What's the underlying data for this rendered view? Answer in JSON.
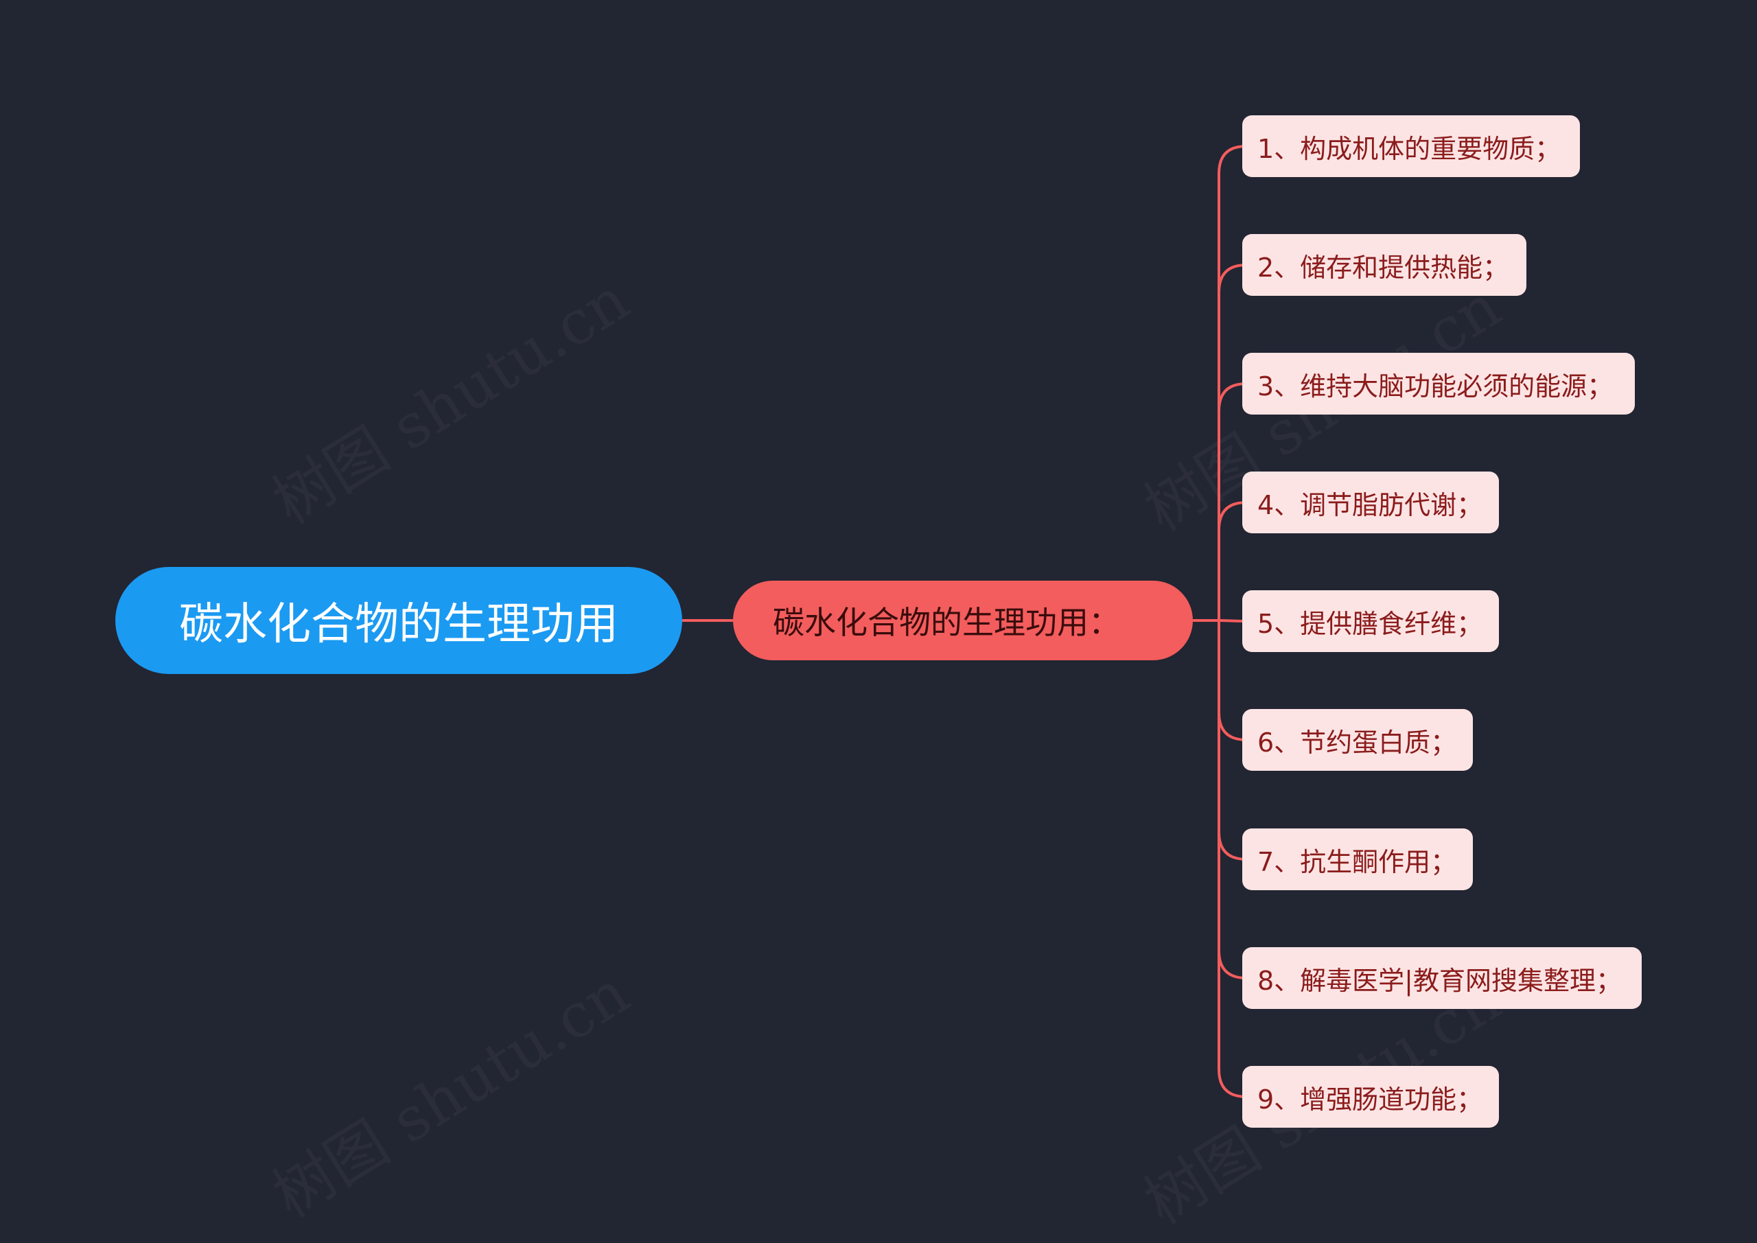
{
  "diagram": {
    "type": "mind-map",
    "root": {
      "label": "碳水化合物的生理功用"
    },
    "branch": {
      "label": "碳水化合物的生理功用："
    },
    "leaves": [
      {
        "label": "1、构成机体的重要物质；"
      },
      {
        "label": "2、储存和提供热能；"
      },
      {
        "label": "3、维持大脑功能必须的能源；"
      },
      {
        "label": "4、调节脂肪代谢；"
      },
      {
        "label": "5、提供膳食纤维；"
      },
      {
        "label": "6、节约蛋白质；"
      },
      {
        "label": "7、抗生酮作用；"
      },
      {
        "label": "8、解毒医学|教育网搜集整理；"
      },
      {
        "label": "9、增强肠道功能；"
      }
    ],
    "watermark": "树图 shutu.cn"
  },
  "colors": {
    "background": "#222532",
    "root_fill": "#1b9af2",
    "branch_fill": "#f35d5d",
    "leaf_fill": "#fde4e4",
    "connector": "#f35d5d",
    "leaf_text": "#8b1c1c"
  }
}
